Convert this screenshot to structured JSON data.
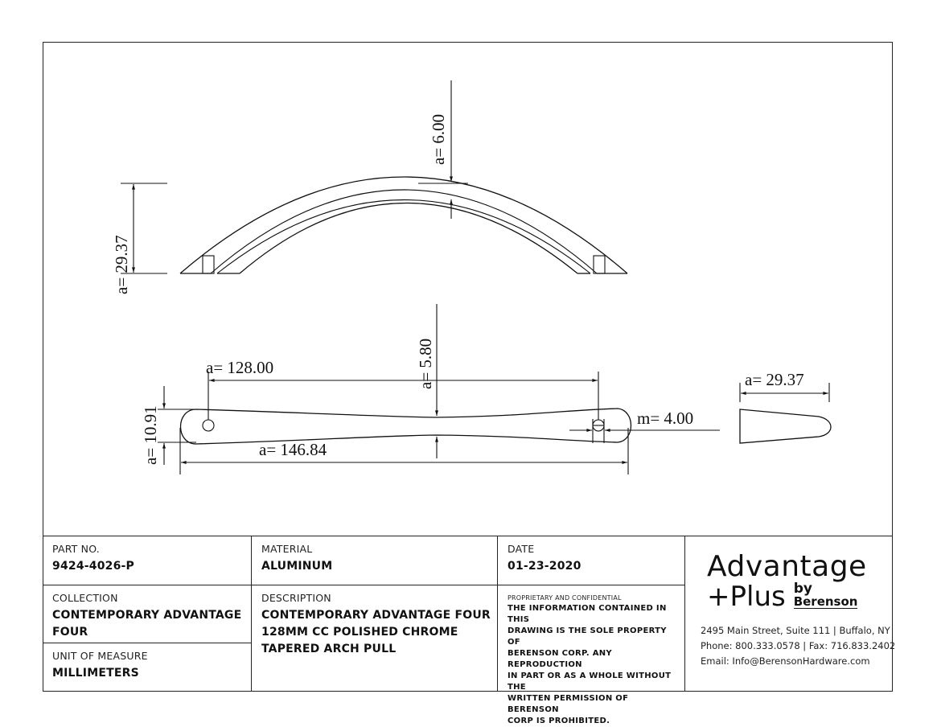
{
  "drawing": {
    "dim_top_thickness": "a= 6.00",
    "dim_side_height": "a= 29.37",
    "dim_front_thickness": "a= 5.80",
    "dim_center_to_center": "a= 128.00",
    "dim_end_height": "a= 10.91",
    "dim_overall_length": "a= 146.84",
    "dim_screw": "m= 4.00",
    "dim_end_view_width": "a= 29.37"
  },
  "title_block": {
    "part_no_label": "PART NO.",
    "part_no_value": "9424-4026-P",
    "material_label": "MATERIAL",
    "material_value": "ALUMINUM",
    "date_label": "DATE",
    "date_value": "01-23-2020",
    "collection_label": "COLLECTION",
    "collection_line1": "CONTEMPORARY ADVANTAGE",
    "collection_line2": "FOUR",
    "uom_label": "UNIT OF MEASURE",
    "uom_value": "MILLIMETERS",
    "description_label": "DESCRIPTION",
    "description_line1": "CONTEMPORARY ADVANTAGE FOUR",
    "description_line2": "128MM CC POLISHED CHROME",
    "description_line3": "TAPERED ARCH PULL",
    "confidential_heading": "PROPRIETARY AND CONFIDENTIAL",
    "confidential_line1": "THE INFORMATION CONTAINED IN THIS",
    "confidential_line2": "DRAWING IS THE SOLE PROPERTY OF",
    "confidential_line3": "BERENSON CORP. ANY REPRODUCTION",
    "confidential_line4": "IN PART OR AS A WHOLE WITHOUT THE",
    "confidential_line5": "WRITTEN PERMISSION OF BERENSON",
    "confidential_line6": "CORP IS PROHIBITED."
  },
  "company": {
    "logo_line1": "Advantage",
    "logo_line2": "+Plus",
    "logo_by": "by",
    "logo_brand": "Berenson",
    "address": "2495 Main Street, Suite 111 | Buffalo, NY",
    "phone_fax": "Phone: 800.333.0578 | Fax: 716.833.2402",
    "email": "Email: Info@BerensonHardware.com"
  }
}
